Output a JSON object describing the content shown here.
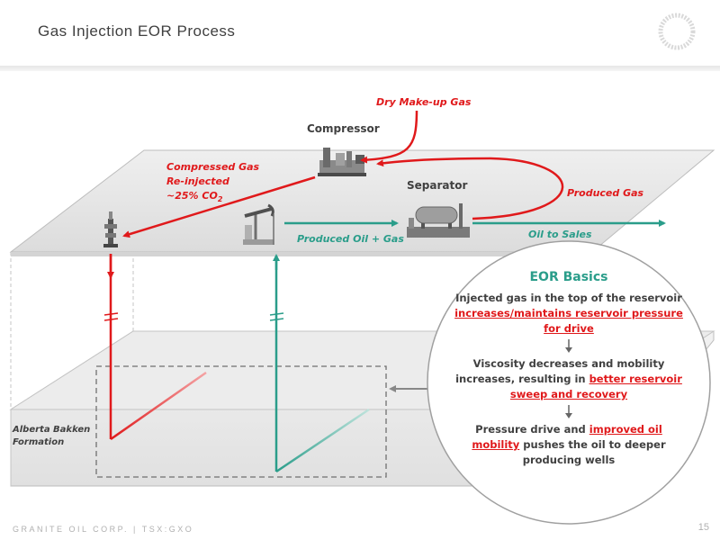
{
  "header": {
    "title": "Gas Injection EOR Process"
  },
  "labels": {
    "dry_makeup_gas": "Dry Make-up Gas",
    "compressor": "Compressor",
    "separator": "Separator",
    "compressed_gas_line1": "Compressed Gas",
    "compressed_gas_line2": "Re-injected",
    "compressed_gas_line3": "~25% CO",
    "co2_subscript": "2",
    "produced_gas": "Produced Gas",
    "produced_oil_gas": "Produced Oil + Gas",
    "oil_to_sales": "Oil to Sales",
    "formation_line1": "Alberta Bakken",
    "formation_line2": "Formation"
  },
  "eor_basics": {
    "heading": "EOR Basics",
    "p1_text": "Injected gas in the top of the reservoir ",
    "p1_highlight": "increases/maintains reservoir pressure for drive",
    "p2_text": "Viscosity decreases and mobility increases, resulting in ",
    "p2_highlight": "better reservoir sweep and recovery",
    "p3_text_a": "Pressure drive and ",
    "p3_highlight": "improved oil mobility",
    "p3_text_b": " pushes the oil to deeper producing wells"
  },
  "footer": {
    "company": "GRANITE OIL CORP. | TSX:GXO",
    "page_number": "15"
  },
  "colors": {
    "red": "#e0191b",
    "teal": "#2a9d8a",
    "plane": "#e8e8e8",
    "text": "#404040"
  }
}
